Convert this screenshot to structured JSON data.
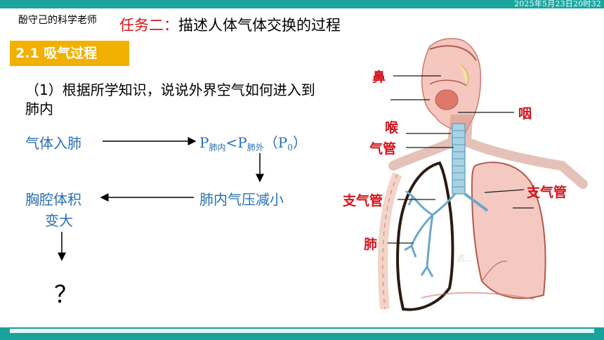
{
  "header": {
    "datetime": "2025年5月23日20时32",
    "author": "酚守己的科学老师",
    "task_prefix": "任务二：",
    "task_title": "描述人体气体交换的过程"
  },
  "section": {
    "tag": "2.1  吸气过程"
  },
  "question": {
    "text": "（1）根据所学知识，说说外界空气如何进入到肺内"
  },
  "flow": {
    "air_in": "气体入肺",
    "p_lung": "P",
    "p_lung_sub": "肺内",
    "lt": "<",
    "p_out": "P",
    "p_out_sub": "肺外",
    "p0_open": "（P",
    "p0_sub": "0",
    "p0_close": "）",
    "pressure_drop": "肺内气压减小",
    "chest_line1": "胸腔体积",
    "chest_line2": "变大",
    "unknown": "？"
  },
  "diagram_labels": {
    "nose": "鼻",
    "pharynx": "咽",
    "larynx": "喉",
    "trachea": "气管",
    "bronchus_left": "支气管",
    "bronchus_right": "支气管",
    "lung": "肺",
    "watermark": "点…"
  },
  "colors": {
    "teal": "#1aa59f",
    "tag_yellow": "#f2b000",
    "accent_red": "#d4141c",
    "flow_blue": "#2a6fb3"
  }
}
